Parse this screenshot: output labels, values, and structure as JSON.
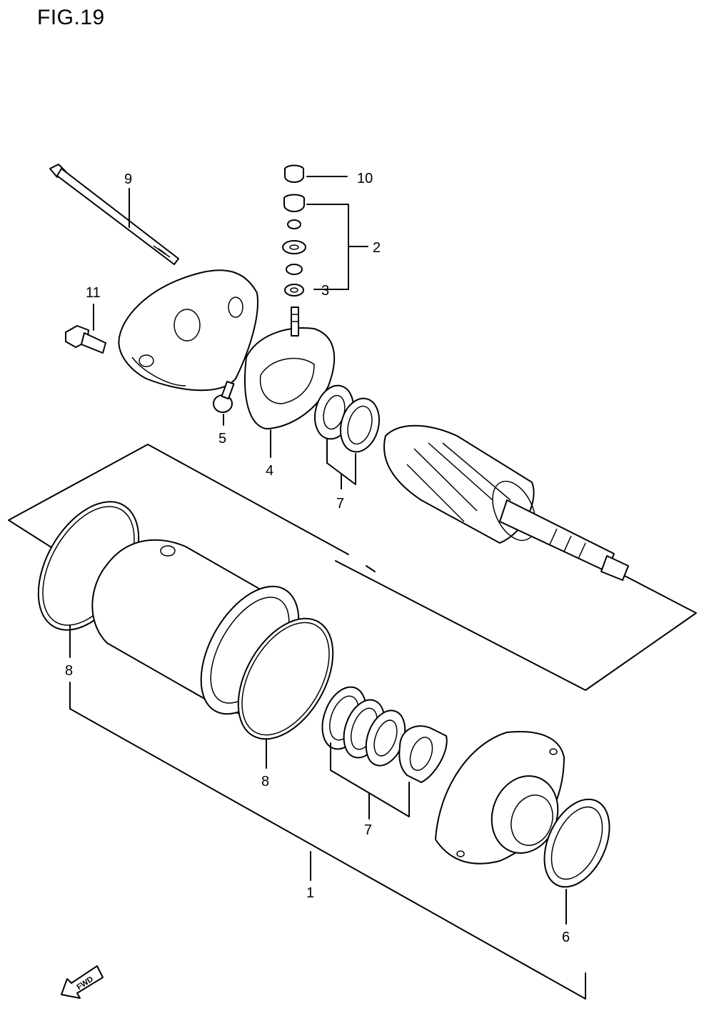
{
  "figure": {
    "title": "FIG.19"
  },
  "callouts": {
    "c1": "1",
    "c2": "2",
    "c3": "3",
    "c4": "4",
    "c5": "5",
    "c6": "6",
    "c7a": "7",
    "c7b": "7",
    "c8a": "8",
    "c8b": "8",
    "c9": "9",
    "c10": "10",
    "c11": "11"
  },
  "fwd_arrow": {
    "label": "FWD"
  }
}
